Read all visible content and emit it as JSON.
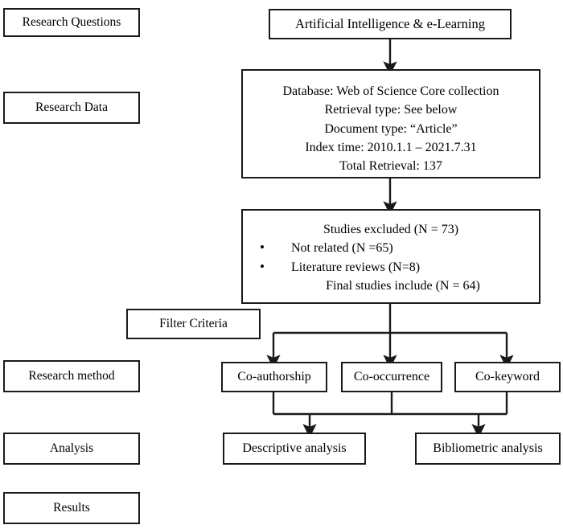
{
  "diagram": {
    "title": "Research flowchart: Artificial Intelligence & e-Learning bibliometric study",
    "type": "flowchart",
    "line_color": "#1a1a1a",
    "background": "#ffffff"
  },
  "stage_labels": [
    {
      "id": "research-questions",
      "text": "Research Questions"
    },
    {
      "id": "research-data",
      "text": "Research Data"
    },
    {
      "id": "research-method",
      "text": "Research method"
    },
    {
      "id": "analysis",
      "text": "Analysis"
    },
    {
      "id": "results",
      "text": "Results"
    }
  ],
  "topic_box": {
    "text": "Artificial Intelligence & e-Learning"
  },
  "database_box": {
    "lines": [
      "Database: Web of Science Core collection",
      "Retrieval type: See below",
      "Document type: “Article”",
      "Index time: 2010.1.1 – 2021.7.31",
      "Total Retrieval: 137"
    ]
  },
  "screening_box": {
    "heading": "Studies excluded (N = 73)",
    "bullets": [
      "Not related (N =65)",
      "Literature reviews (N=8)"
    ],
    "footer": "Final studies include (N = 64)"
  },
  "filter_box": {
    "text": "Filter Criteria"
  },
  "method_boxes": [
    {
      "id": "co-authorship",
      "text": "Co-authorship"
    },
    {
      "id": "co-occurrence",
      "text": "Co-occurrence"
    },
    {
      "id": "co-keyword",
      "text": "Co-keyword"
    }
  ],
  "analysis_boxes": [
    {
      "id": "descriptive-analysis",
      "text": "Descriptive analysis"
    },
    {
      "id": "bibliometric-analysis",
      "text": "Bibliometric analysis"
    }
  ],
  "flow_edges": [
    {
      "from": "topic_box",
      "to": "database_box"
    },
    {
      "from": "database_box",
      "to": "screening_box"
    },
    {
      "from": "screening_box",
      "to": "co-authorship"
    },
    {
      "from": "screening_box",
      "to": "co-occurrence"
    },
    {
      "from": "screening_box",
      "to": "co-keyword"
    },
    {
      "from": "co-authorship",
      "to": "descriptive-analysis"
    },
    {
      "from": "co-occurrence",
      "to": "descriptive-analysis"
    },
    {
      "from": "co-keyword",
      "to": "bibliometric-analysis"
    }
  ]
}
